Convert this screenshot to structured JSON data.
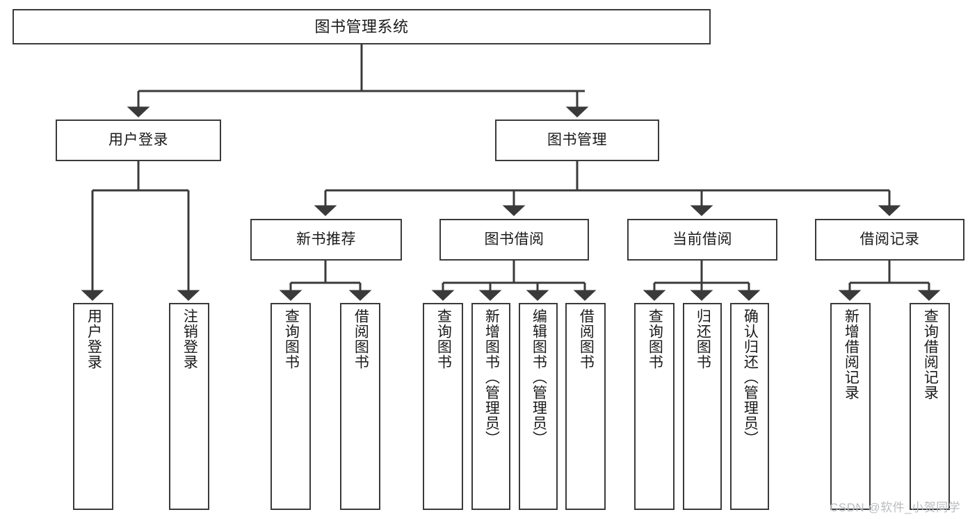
{
  "diagram": {
    "title": "图书管理系统",
    "type": "hierarchy-tree",
    "levels": 4,
    "root": {
      "id": "root",
      "label": "图书管理系统"
    },
    "level1": [
      {
        "id": "user-login",
        "label": "用户登录"
      },
      {
        "id": "book-manage",
        "label": "图书管理"
      }
    ],
    "level2": [
      {
        "id": "new-book-rec",
        "label": "新书推荐",
        "parent": "book-manage"
      },
      {
        "id": "book-borrow",
        "label": "图书借阅",
        "parent": "book-manage"
      },
      {
        "id": "current-borrow",
        "label": "当前借阅",
        "parent": "book-manage"
      },
      {
        "id": "borrow-record",
        "label": "借阅记录",
        "parent": "book-manage"
      }
    ],
    "leaves": [
      {
        "id": "leaf-user-login",
        "label": "用户登录",
        "parent": "user-login"
      },
      {
        "id": "leaf-logout",
        "label": "注销登录",
        "parent": "user-login"
      },
      {
        "id": "leaf-query-book-1",
        "label": "查询图书",
        "parent": "new-book-rec"
      },
      {
        "id": "leaf-borrow-book-1",
        "label": "借阅图书",
        "parent": "new-book-rec"
      },
      {
        "id": "leaf-query-book-2",
        "label": "查询图书",
        "parent": "book-borrow"
      },
      {
        "id": "leaf-add-book",
        "label": "新增图书（管理员）",
        "parent": "book-borrow"
      },
      {
        "id": "leaf-edit-book",
        "label": "编辑图书（管理员）",
        "parent": "book-borrow"
      },
      {
        "id": "leaf-borrow-book-2",
        "label": "借阅图书",
        "parent": "book-borrow"
      },
      {
        "id": "leaf-query-book-3",
        "label": "查询图书",
        "parent": "current-borrow"
      },
      {
        "id": "leaf-return-book",
        "label": "归还图书",
        "parent": "current-borrow"
      },
      {
        "id": "leaf-confirm-return",
        "label": "确认归还（管理员）",
        "parent": "current-borrow"
      },
      {
        "id": "leaf-add-record",
        "label": "新增借阅记录",
        "parent": "borrow-record"
      },
      {
        "id": "leaf-query-record",
        "label": "查询借阅记录",
        "parent": "borrow-record"
      }
    ]
  },
  "watermark": {
    "text": "CSDN @软件_小贺同学"
  },
  "colors": {
    "stroke": "#3a3a3a",
    "box_fill": "#ffffff",
    "text": "#1a1a1a",
    "background": "#ffffff",
    "watermark": "#b9bcc0"
  }
}
